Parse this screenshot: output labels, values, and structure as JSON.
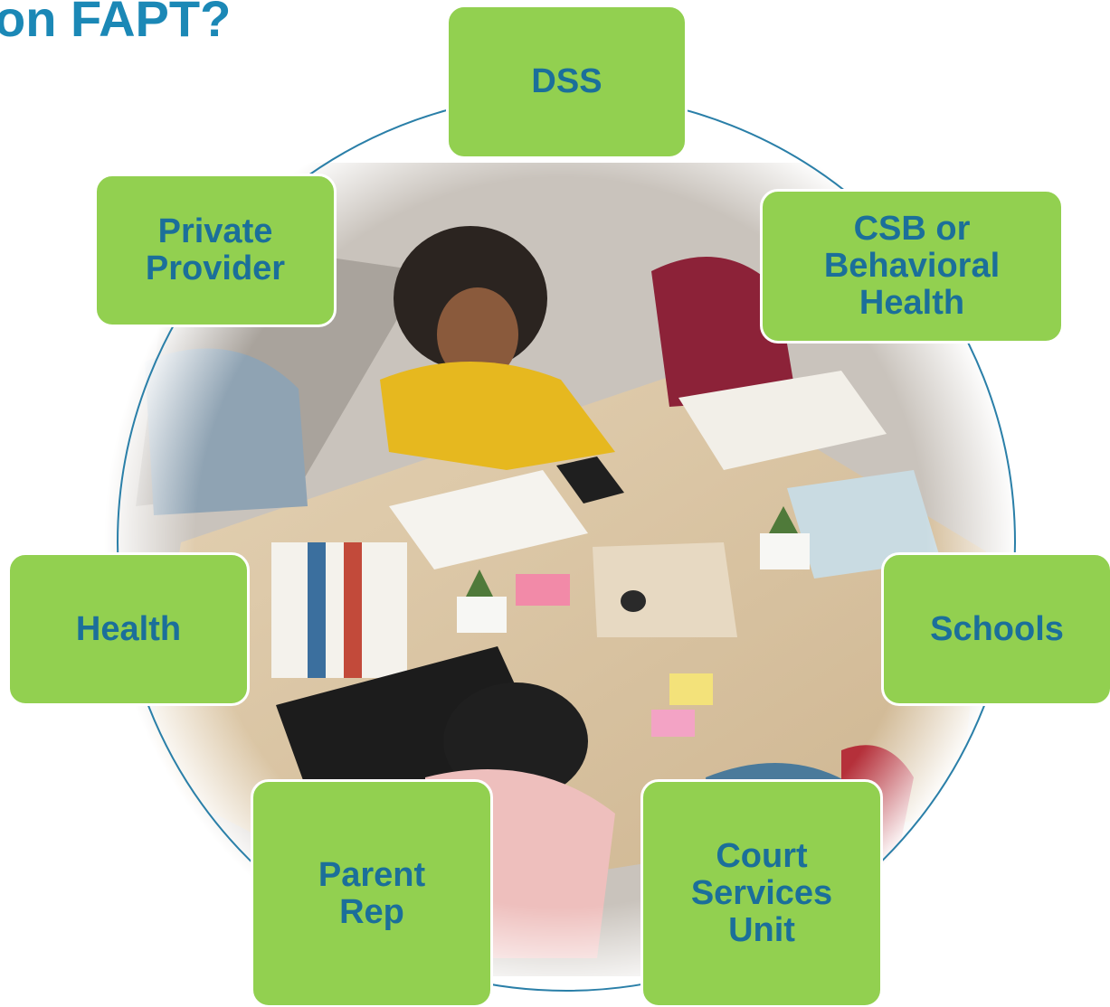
{
  "title": "on FAPT?",
  "colors": {
    "title": "#1b88b6",
    "node_fill": "#92d050",
    "node_text": "#1b6f9a",
    "ring_line": "#2a7fa8",
    "table_wood": "#d8c3a2"
  },
  "photo": {
    "subject": "team-meeting-around-table",
    "icon": "photo-icon"
  },
  "nodes": {
    "dss": "DSS",
    "private_provider": "Private\nProvider",
    "csb": "CSB or\nBehavioral\nHealth",
    "health": "Health",
    "schools": "Schools",
    "parent_rep": "Parent\nRep",
    "court": "Court\nServices\nUnit"
  }
}
